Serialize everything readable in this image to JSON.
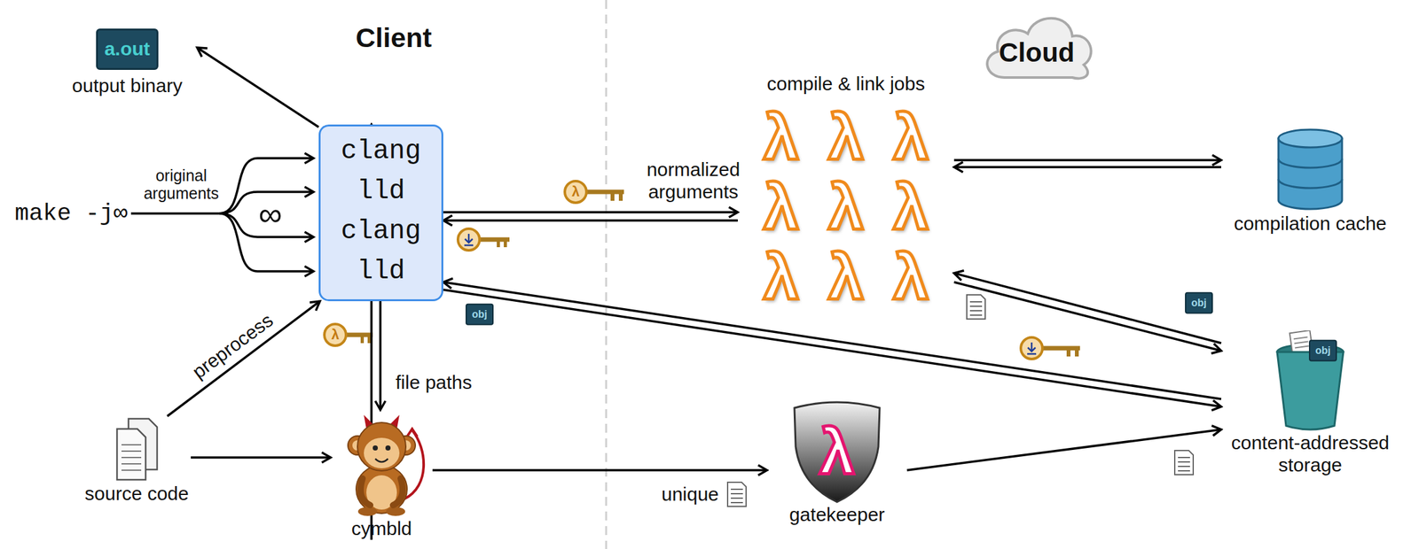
{
  "diagram": {
    "nodes": [
      {
        "text": [
          "a.out",
          "output binary"
        ]
      },
      {
        "text": [
          "clang",
          "lld",
          "clang",
          "lld"
        ]
      },
      {
        "text": [
          "Cloud"
        ]
      },
      {
        "text": [
          "compile & link jobs",
          "λ",
          "λ",
          "λ",
          "λ",
          "λ",
          "λ",
          "λ",
          "λ",
          "λ"
        ]
      },
      {
        "text": [
          "compilation cache"
        ]
      },
      {
        "text": [
          "content-addressed storage"
        ]
      },
      {
        "text": [
          "source code"
        ]
      },
      {
        "text": [
          "cymbld"
        ]
      },
      {
        "text": [
          "λ",
          "gatekeeper"
        ]
      }
    ],
    "edges": [
      {
        "from": 1,
        "to": 0,
        "arrow": "to"
      },
      {
        "from": 6,
        "to": 1,
        "label": "preprocess",
        "arrow": "to"
      },
      {
        "from": 6,
        "to": 7,
        "arrow": "to"
      },
      {
        "from": 1,
        "to": 7,
        "label": "file paths",
        "arrow": "to"
      },
      {
        "from": 7,
        "to": 1,
        "arrow": "to"
      },
      {
        "from": 1,
        "to": 3,
        "label": "normalized arguments",
        "arrow": "to"
      },
      {
        "from": 3,
        "to": 1,
        "arrow": "to"
      },
      {
        "from": 3,
        "to": 4,
        "arrow": "to"
      },
      {
        "from": 4,
        "to": 3,
        "arrow": "to"
      },
      {
        "from": 5,
        "to": 3,
        "arrow": "to"
      },
      {
        "from": 3,
        "to": 5,
        "arrow": "to"
      },
      {
        "from": 5,
        "to": 1,
        "arrow": "to"
      },
      {
        "from": 1,
        "to": 5,
        "arrow": "to"
      },
      {
        "from": 7,
        "to": 8,
        "label": "unique",
        "arrow": "to"
      },
      {
        "from": 8,
        "to": 5,
        "arrow": "to"
      }
    ],
    "labels": [
      "Client",
      "make -j∞",
      "original arguments",
      "∞",
      "λ",
      "λ",
      "obj",
      "obj",
      "obj"
    ]
  }
}
